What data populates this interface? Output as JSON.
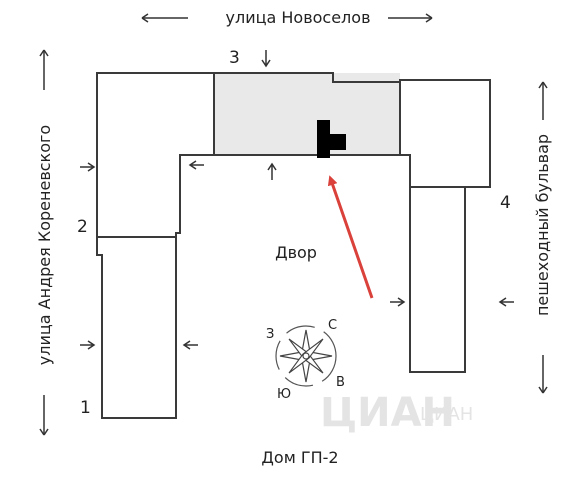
{
  "streets": {
    "top": "улица Новоселов",
    "left": "улица Андрея Кореневского",
    "right": "пешеходный бульвар"
  },
  "section_numbers": [
    "1",
    "2",
    "3",
    "4"
  ],
  "courtyard_label": "Двор",
  "building_caption": "Дом ГП-2",
  "compass": {
    "n": "С",
    "e": "В",
    "s": "Ю",
    "w": "З"
  },
  "watermark": [
    "ЦИАН",
    "ЦИАН"
  ],
  "colors": {
    "highlight_section": "#e9e9e9",
    "marker": "#000000",
    "pointer_arrow": "#d9413a",
    "outline": "#3a3a3a"
  }
}
